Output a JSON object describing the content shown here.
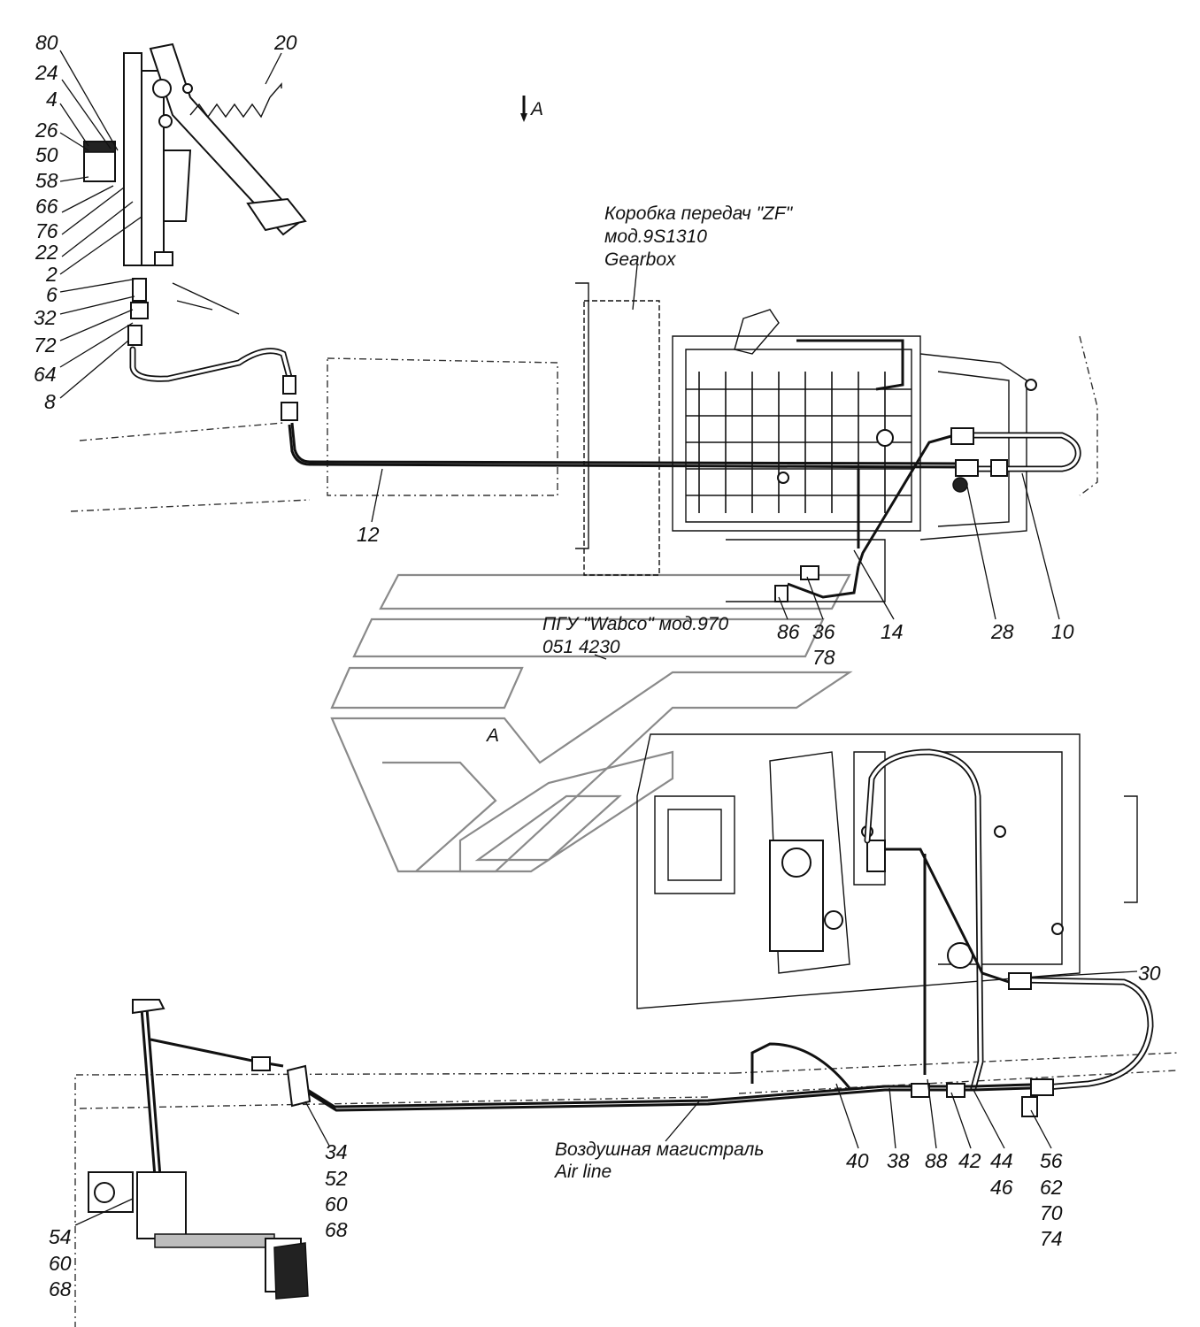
{
  "captions": {
    "gearbox_ru": "Коробка передач \"ZF\"",
    "gearbox_model": "мод.9S1310",
    "gearbox_en": "Gearbox",
    "pgu_ru": "ПГУ \"Wabco\" мод.970",
    "pgu_num": "051 4230",
    "air_ru": "Воздушная магистраль",
    "air_en": "Air line",
    "view_mark": "A",
    "view_mark_bottom": "A"
  },
  "callouts": {
    "c80": "80",
    "c24": "24",
    "c4": "4",
    "c26": "26",
    "c50": "50",
    "c58": "58",
    "c66": "66",
    "c76": "76",
    "c22": "22",
    "c2": "2",
    "c6": "6",
    "c32": "32",
    "c72": "72",
    "c64": "64",
    "c8": "8",
    "c20": "20",
    "c12": "12",
    "c86": "86",
    "c36": "36",
    "c78": "78",
    "c14": "14",
    "c28": "28",
    "c10": "10",
    "c30": "30",
    "c34": "34",
    "c52": "52",
    "c60a": "60",
    "c68a": "68",
    "c40": "40",
    "c38": "38",
    "c88": "88",
    "c42": "42",
    "c44": "44",
    "c46": "46",
    "c56": "56",
    "c62": "62",
    "c70": "70",
    "c74": "74",
    "c54": "54",
    "c60b": "60",
    "c68b": "68"
  }
}
